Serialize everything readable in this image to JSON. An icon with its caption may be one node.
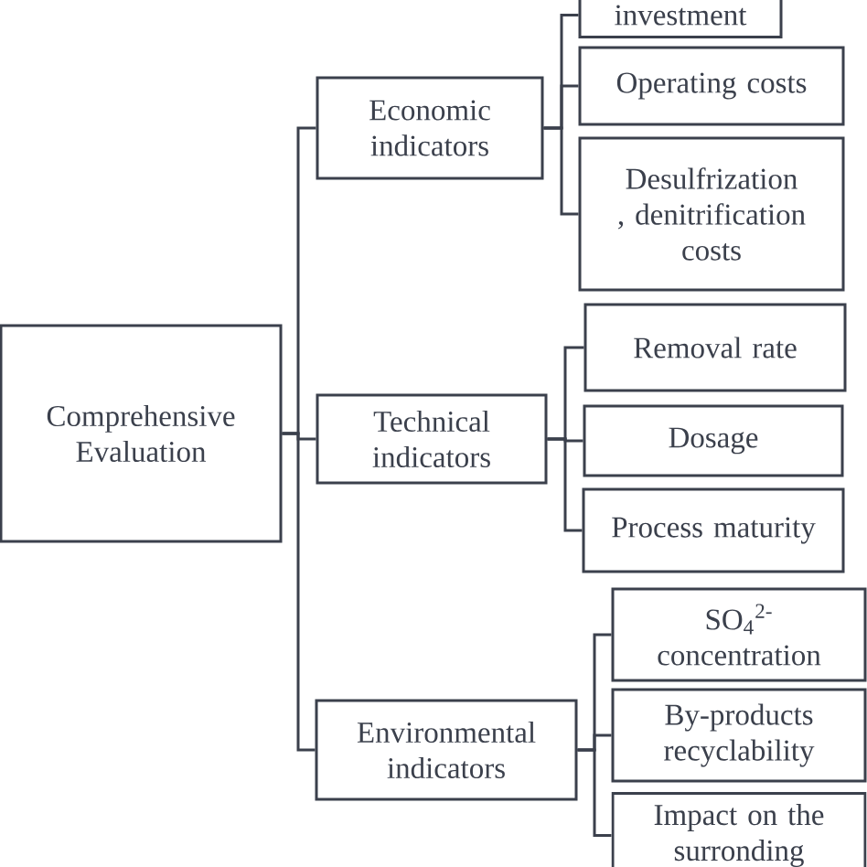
{
  "diagram": {
    "nodes": [
      {
        "text": [
          "Comprehensive Evaluation"
        ]
      },
      {
        "text": [
          "Economic indicators"
        ]
      },
      {
        "text": [
          "Technical indicators"
        ]
      },
      {
        "text": [
          "Environmental indicators"
        ]
      },
      {
        "text": [
          "investment"
        ]
      },
      {
        "text": [
          "Operating costs"
        ]
      },
      {
        "text": [
          "Desulfrization , denitrification costs"
        ]
      },
      {
        "text": [
          "Removal rate"
        ]
      },
      {
        "text": [
          "Dosage"
        ]
      },
      {
        "text": [
          "Process maturity"
        ]
      },
      {
        "text": [
          "SO$_{4}$$^{2-}$ concentration"
        ]
      },
      {
        "text": [
          "By-products recyclability"
        ]
      },
      {
        "text": [
          "Impact on the surronding"
        ]
      }
    ],
    "edges": [
      {
        "from": 0,
        "to": 1,
        "arrow": "none"
      },
      {
        "from": 0,
        "to": 2,
        "arrow": "none"
      },
      {
        "from": 0,
        "to": 3,
        "arrow": "none"
      },
      {
        "from": 1,
        "to": 4,
        "arrow": "none"
      },
      {
        "from": 1,
        "to": 5,
        "arrow": "none"
      },
      {
        "from": 1,
        "to": 6,
        "arrow": "none"
      },
      {
        "from": 2,
        "to": 7,
        "arrow": "none"
      },
      {
        "from": 2,
        "to": 8,
        "arrow": "none"
      },
      {
        "from": 2,
        "to": 9,
        "arrow": "none"
      },
      {
        "from": 3,
        "to": 10,
        "arrow": "none"
      },
      {
        "from": 3,
        "to": 11,
        "arrow": "none"
      },
      {
        "from": 3,
        "to": 12,
        "arrow": "none"
      }
    ]
  }
}
